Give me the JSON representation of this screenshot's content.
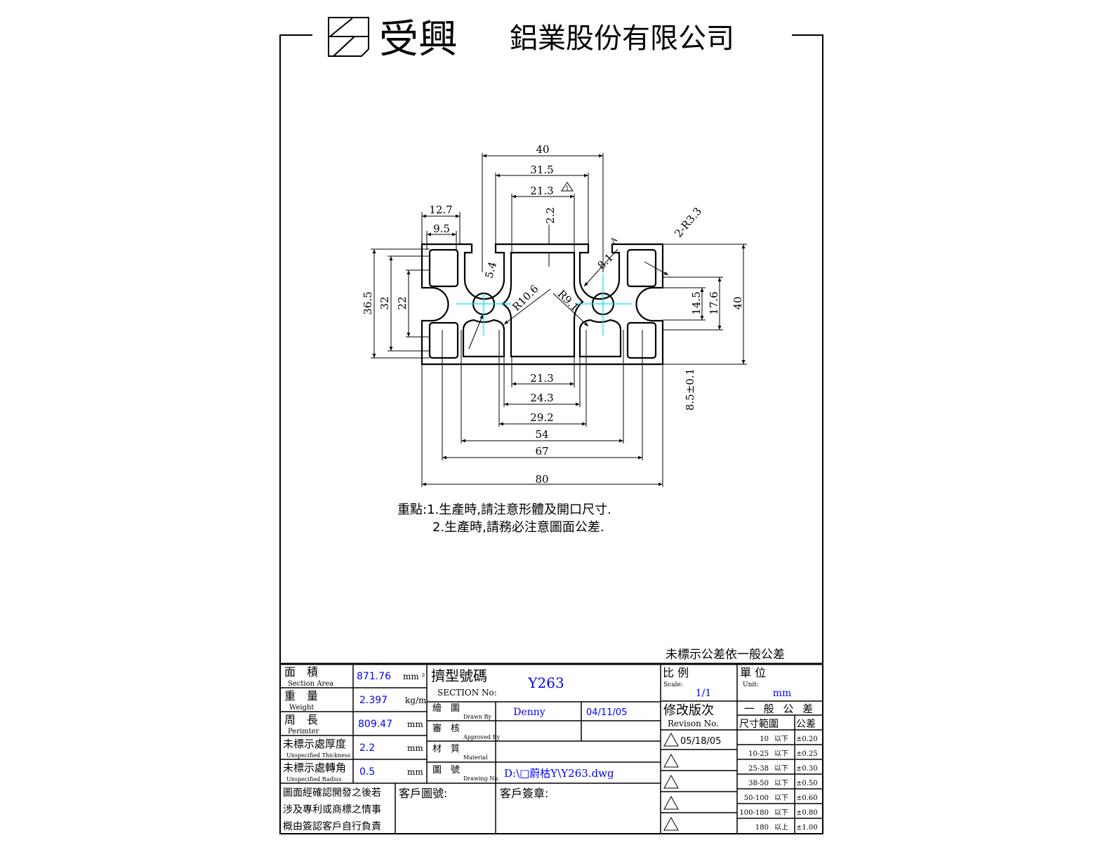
{
  "header": {
    "logo_text": "受興",
    "company": "鋁業股份有限公司"
  },
  "dimensions": {
    "top_40": "40",
    "top_31_5": "31.5",
    "top_21_3": "21.3",
    "top_2_2": "2.2",
    "left_12_7": "12.7",
    "left_9_5": "9.5",
    "left_36_5": "36.5",
    "left_32": "32",
    "left_22": "22",
    "right_40": "40",
    "right_17_6": "17.6",
    "right_14_5": "14.5",
    "bottom_21_3": "21.3",
    "bottom_24_3": "24.3",
    "bottom_29_2": "29.2",
    "bottom_54": "54",
    "bottom_67": "67",
    "bottom_80": "80",
    "slot_8_5": "8.5±0.1",
    "r10_6": "R10.6",
    "r9_1": "R9.1",
    "d8_1": "8.1",
    "d5_4": "5.4",
    "r3_3": "2-R3.3",
    "detail_a": "A",
    "rev_mark": "1"
  },
  "notes": {
    "line1": "重點:1.生產時,請注意形體及開口尺寸.",
    "line2": "2.生產時,請務必注意圖面公差."
  },
  "tolerance_note": "未標示公差依一般公差",
  "title_block": {
    "area": {
      "label": "面　積",
      "sub": "Section Area",
      "value": "871.76",
      "unit": "mm ²"
    },
    "weight": {
      "label": "重　量",
      "sub": "Weight",
      "value": "2.397",
      "unit": "kg/m"
    },
    "perimeter": {
      "label": "周　長",
      "sub": "Perimter",
      "value": "809.47",
      "unit": "mm"
    },
    "thickness": {
      "label": "未標示處厚度",
      "sub": "Unspecified Thickness",
      "value": "2.2",
      "unit": "mm"
    },
    "radius": {
      "label": "未標示處轉角",
      "sub": "Unspecified Radius",
      "value": "0.5",
      "unit": "mm"
    },
    "disclaimer": [
      "圖面經確認開發之後若",
      "涉及專利或商標之情事",
      "概由簽認客戶自行負責"
    ],
    "section": {
      "label": "擠型號碼",
      "sub": "SECTION No:",
      "value": "Y263"
    },
    "drawn": {
      "label": "繪　圖",
      "sub": "Drawn By",
      "value": "Denny",
      "date": "04/11/05"
    },
    "approved": {
      "label": "審　核",
      "sub": "Approved By"
    },
    "material": {
      "label": "材　質",
      "sub": "Material"
    },
    "drawing_no": {
      "label": "圖　號",
      "sub": "Drawing No.",
      "value": "D:\\□蔚枯Y\\Y263.dwg"
    },
    "customer_no": "客戶圖號:",
    "customer_sign": "客戶簽章:",
    "scale": {
      "label": "比 例",
      "sub": "Scale:",
      "value": "1/1"
    },
    "unit": {
      "label": "單 位",
      "sub": "Unit:",
      "value": "mm"
    },
    "revision": {
      "label": "修改版次",
      "sub": "Revison No.",
      "first": "05/18/05"
    },
    "general_tol": {
      "title": "一 般 公 差",
      "col_range": "尺寸範圍",
      "col_tol": "公差",
      "rows": [
        {
          "range": "10",
          "cond": "以下",
          "tol": "±0.20"
        },
        {
          "range": "10-25",
          "cond": "以下",
          "tol": "±0.25"
        },
        {
          "range": "25-38",
          "cond": "以下",
          "tol": "±0.30"
        },
        {
          "range": "38-50",
          "cond": "以下",
          "tol": "±0.50"
        },
        {
          "range": "50-100",
          "cond": "以下",
          "tol": "±0.60"
        },
        {
          "range": "100-180",
          "cond": "以下",
          "tol": "±0.80"
        },
        {
          "range": "180",
          "cond": "以上",
          "tol": "±1.00"
        }
      ]
    }
  }
}
